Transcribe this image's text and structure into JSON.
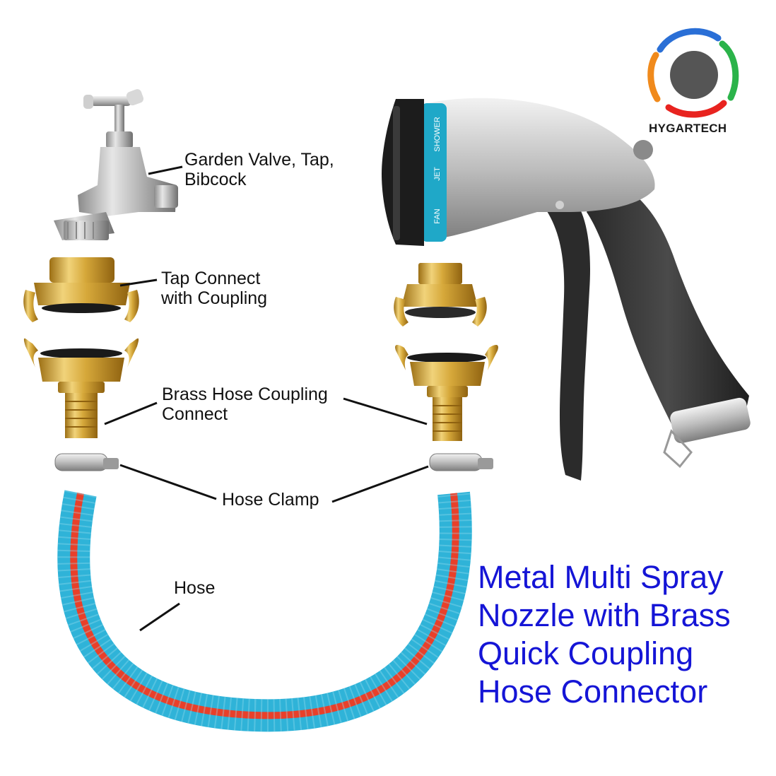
{
  "brand": {
    "name": "HYGARTECH",
    "logo_colors": [
      "#2a6fd6",
      "#2bb34a",
      "#e8231f",
      "#f08a1c",
      "#555555"
    ]
  },
  "labels": {
    "valve": [
      "Garden Valve, Tap,",
      "Bibcock"
    ],
    "tap_connect": [
      "Tap Connect",
      "with Coupling"
    ],
    "brass_coupling": [
      "Brass Hose Coupling",
      "Connect"
    ],
    "hose_clamp": "Hose Clamp",
    "hose": "Hose"
  },
  "nozzle_modes": [
    "SHOWER",
    "JET",
    "FAN"
  ],
  "headline": [
    "Metal Multi Spray",
    "Nozzle with Brass",
    "Quick Coupling",
    "Hose Connector"
  ],
  "colors": {
    "headline": "#1515d6",
    "brass": "#d6a83a",
    "hose_blue": "#2fb3d8",
    "hose_red": "#e8402a",
    "nozzle_ring": "#1fa8c8"
  }
}
